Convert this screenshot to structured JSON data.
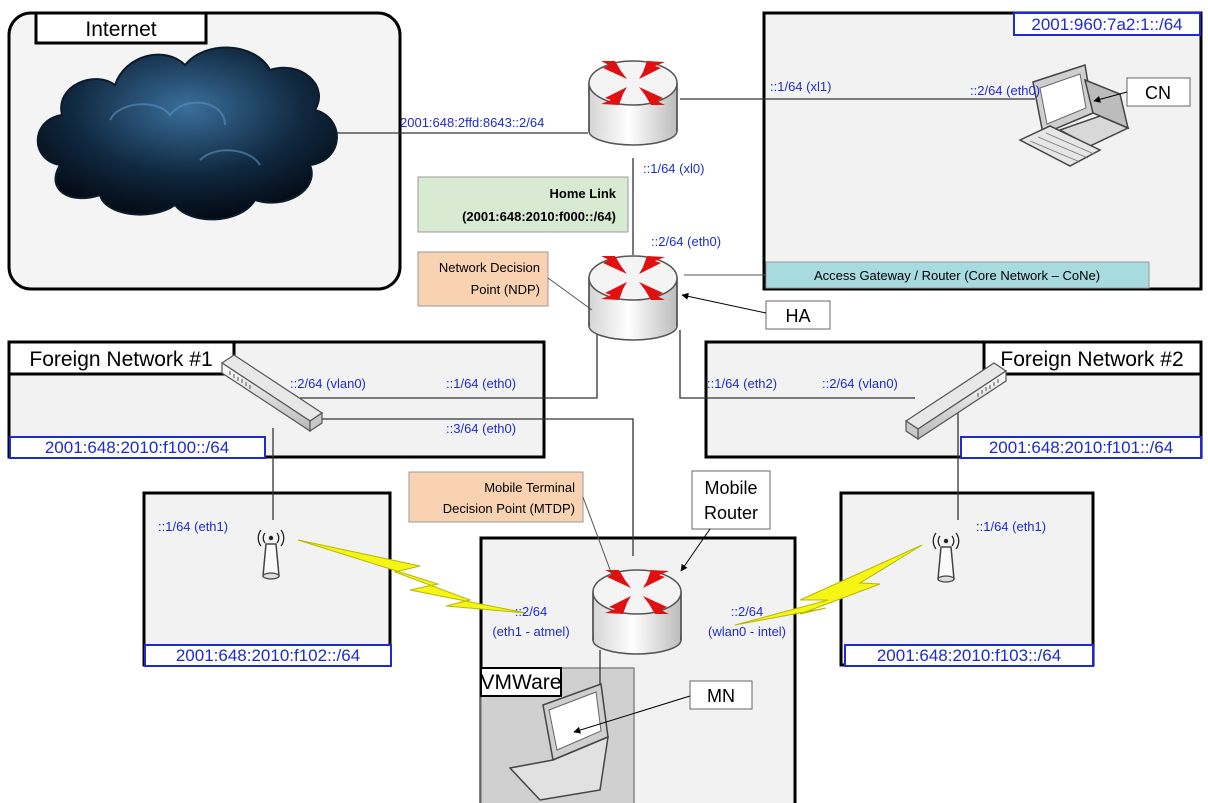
{
  "zones": {
    "internet": "Internet",
    "cn_prefix": "2001:960:7a2:1::/64",
    "fn1_title": "Foreign Network #1",
    "fn1_prefix": "2001:648:2010:f100::/64",
    "fn2_title": "Foreign Network #2",
    "fn2_prefix": "2001:648:2010:f101::/64",
    "ap1_prefix": "2001:648:2010:f102::/64",
    "ap2_prefix": "2001:648:2010:f103::/64",
    "vmware": "VMWare"
  },
  "callouts": {
    "cn": "CN",
    "ha": "HA",
    "mn": "MN",
    "home_link_1": "Home Link",
    "home_link_2": "(2001:648:2010:f000::/64)",
    "ndp_1": "Network Decision",
    "ndp_2": "Point (NDP)",
    "agw": "Access Gateway / Router (Core Network – CoNe)",
    "mtdp_1": "Mobile Terminal",
    "mtdp_2": "Decision Point (MTDP)",
    "mr_1": "Mobile",
    "mr_2": "Router"
  },
  "interfaces": {
    "top_router_internet": "2001:648:2ffd:8643::2/64",
    "top_router_xl1": "::1/64 (xl1)",
    "cn_eth0": "::2/64 (eth0)",
    "top_router_xl0": "::1/64 (xl0)",
    "ha_eth0": "::2/64 (eth0)",
    "fn1_vlan0": "::2/64 (vlan0)",
    "ha_eth0_fn1": "::1/64 (eth0)",
    "mr_eth0": "::3/64 (eth0)",
    "ha_eth2": "::1/64 (eth2)",
    "fn2_vlan0": "::2/64 (vlan0)",
    "ap1_eth1": "::1/64 (eth1)",
    "ap2_eth1": "::1/64 (eth1)",
    "mr_left_1": "::2/64",
    "mr_left_2": "(eth1 - atmel)",
    "mr_right_1": "::2/64",
    "mr_right_2": "(wlan0 - intel)"
  },
  "colors": {
    "interface_text": "#1d2bd0",
    "home_link_fill": "#d9ead3",
    "ndp_fill": "#f9d3b1",
    "agw_fill": "#a8dbe0",
    "lightning": "#f5f516"
  }
}
